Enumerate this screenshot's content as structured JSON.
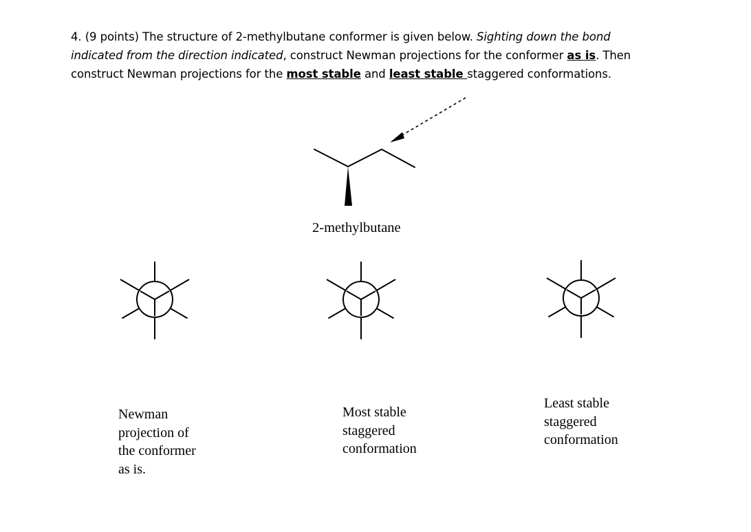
{
  "question": {
    "prefix": "4. (9 points) The structure of 2-methylbutane conformer is given below. ",
    "italic": "Sighting down the bond indicated from the direction indicated",
    "middle": ", construct Newman projections for the conformer ",
    "as_is": "as is",
    "mid2": ". Then construct Newman projections for the ",
    "most_stable": "most stable",
    "and": " and ",
    "least_stable": "least stable ",
    "suffix": "staggered conformations."
  },
  "molecule": {
    "name": "2-methylbutane"
  },
  "captions": {
    "as_is": [
      "Newman",
      "projection of",
      "the conformer",
      "as is."
    ],
    "most_stable": [
      "Most stable",
      "staggered",
      "conformation"
    ],
    "least_stable": [
      "Least stable",
      "staggered",
      "conformation"
    ]
  },
  "colors": {
    "text": "#000000",
    "background": "#ffffff"
  }
}
